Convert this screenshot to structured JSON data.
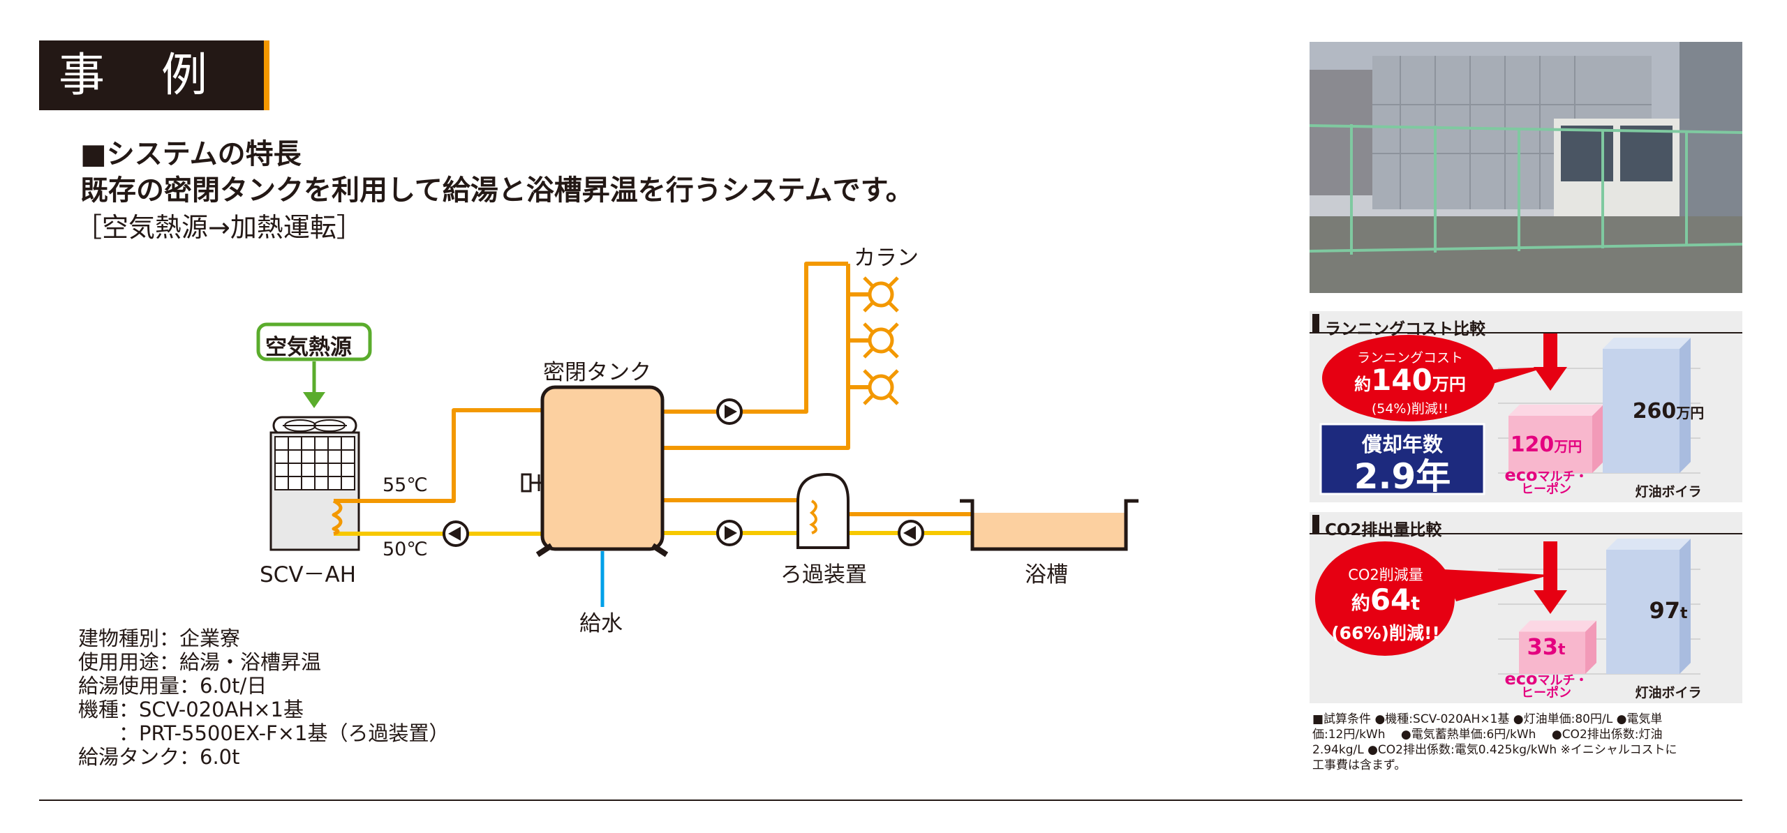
{
  "header": {
    "title": "事 例"
  },
  "features": {
    "heading": "■システムの特長",
    "line1": "既存の密閉タンクを利用して給湯と浴槽昇温を行うシステムです。",
    "line2": "［空気熱源→加熱運転］"
  },
  "diagram": {
    "heat_source": "空気熱源",
    "unit": "SCV－AH",
    "temp_hot": "55℃",
    "temp_return": "50℃",
    "tank": "密閉タンク",
    "faucet": "カラン",
    "filter": "ろ過装置",
    "bathtub": "浴槽",
    "water_supply": "給水",
    "colors": {
      "hot_pipe": "#f39800",
      "warm_pipe": "#f7c800",
      "supply_pipe": "#00a0e9",
      "tank_fill": "#fcd0a0",
      "air_box": "#5aac2c"
    }
  },
  "specs": [
    "建物種別：企業寮",
    "使用用途：給湯・浴槽昇温",
    "給湯使用量：6.0t/日",
    "機種：SCV-020AH×1基",
    "　　：PRT-5500EX-F×1基（ろ過装置）",
    "給湯タンク：6.0t"
  ],
  "running_cost": {
    "heading": "ランニングコスト比較",
    "callout_label": "ランニングコスト",
    "callout_prefix": "約",
    "callout_value": "140",
    "callout_unit": "万円",
    "callout_pct": "(54%)削減!!",
    "payback_label": "償却年数",
    "payback_value": "2.9年",
    "eco_value": "120",
    "eco_unit": "万円",
    "boiler_value": "260",
    "boiler_unit": "万円",
    "eco_brand": "eco",
    "eco_name": "マルチ・",
    "eco_name2": "ヒーポン",
    "boiler_name": "灯油ボイラ"
  },
  "co2": {
    "heading": "CO2排出量比較",
    "callout_label": "CO2削減量",
    "callout_prefix": "約",
    "callout_value": "64",
    "callout_unit": "t",
    "callout_pct": "(66%)削減!!",
    "eco_value": "33",
    "eco_unit": "t",
    "boiler_value": "97",
    "boiler_unit": "t",
    "eco_brand": "eco",
    "eco_name": "マルチ・",
    "eco_name2": "ヒーポン",
    "boiler_name": "灯油ボイラ"
  },
  "footnote": "■試算条件 ●機種:SCV-020AH×1基 ●灯油単価:80円/L ●電気単\n価:12円/kWh 　●電気蓄熱単価:6円/kWh 　●CO2排出係数:灯油\n2.94kg/L ●CO2排出係数:電気0.425kg/kWh ※イニシャルコストに\n工事費は含まず。",
  "chart_data": [
    {
      "type": "bar",
      "title": "ランニングコスト比較",
      "categories": [
        "ecoマルチ・ヒーポン",
        "灯油ボイラ"
      ],
      "values": [
        120,
        260
      ],
      "ylabel": "",
      "unit": "万円"
    },
    {
      "type": "bar",
      "title": "CO2排出量比較",
      "categories": [
        "ecoマルチ・ヒーポン",
        "灯油ボイラ"
      ],
      "values": [
        33,
        97
      ],
      "ylabel": "",
      "unit": "t"
    }
  ]
}
